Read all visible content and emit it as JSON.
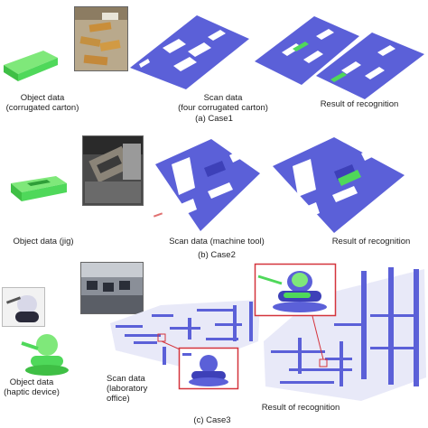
{
  "colors": {
    "scan_blue": "#5b60d8",
    "scan_blue_dark": "#3d40b8",
    "object_green": "#4fd85a",
    "highlight_red": "#d4343c"
  },
  "case1": {
    "object_label": "Object data\n(corrugated carton)",
    "scan_label": "Scan data\n(four corrugated carton)",
    "result_label": "Result of recognition",
    "caption": "(a) Case1"
  },
  "case2": {
    "object_label": "Object data (jig)",
    "scan_label": "Scan data (machine tool)",
    "result_label": "Result of recognition",
    "caption": "(b) Case2"
  },
  "case3": {
    "object_label": "Object data\n(haptic device)",
    "scan_label": "Scan data\n(laboratory\noffice)",
    "result_label": "Result of recognition",
    "caption": "(c) Case3"
  }
}
